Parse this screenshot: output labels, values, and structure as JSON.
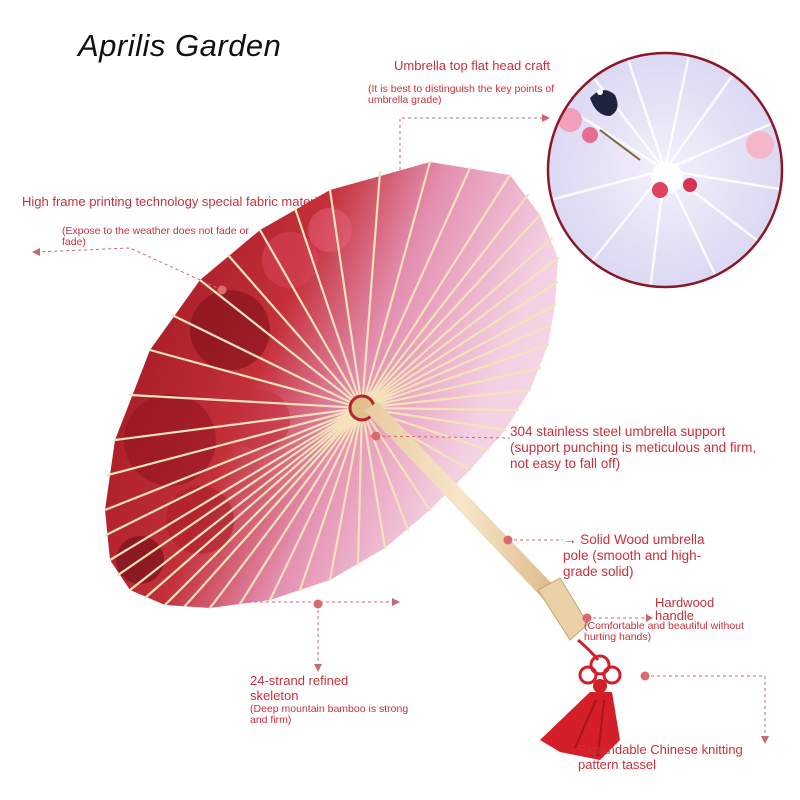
{
  "brand": {
    "title": "Aprilis Garden"
  },
  "colors": {
    "accent": "#c9303b",
    "umbrella_red": "#b8242c",
    "umbrella_pink": "#f2c9de",
    "bamboo": "#f0d9a8"
  },
  "callouts": {
    "top": {
      "title": "Umbrella top flat head craft",
      "note_l1": "(It is best to distinguish the key points of",
      "note_l2": "umbrella grade)"
    },
    "fabric": {
      "title": "High frame printing technology special fabric material",
      "note_l1": "(Expose to the weather does not fade or",
      "note_l2": "fade)"
    },
    "steel": {
      "l1": "304 stainless steel umbrella support",
      "l2": "(support punching is meticulous and firm,",
      "l3": "not easy to fall off)"
    },
    "pole": {
      "l1": "→ Solid Wood umbrella",
      "l2": "pole (smooth and high-",
      "l3": "grade solid)"
    },
    "handle": {
      "l1": "Hardwood",
      "l2": "handle",
      "note_l1": "(Comfortable and beautiful without",
      "note_l2": "hurting hands)"
    },
    "skeleton": {
      "l1": "24-strand refined",
      "l2": "skeleton",
      "note_l1": "(Deep mountain bamboo is strong",
      "note_l2": "and firm)"
    },
    "tassel": {
      "l1": "Expandable Chinese knitting",
      "l2": "pattern tassel"
    }
  }
}
